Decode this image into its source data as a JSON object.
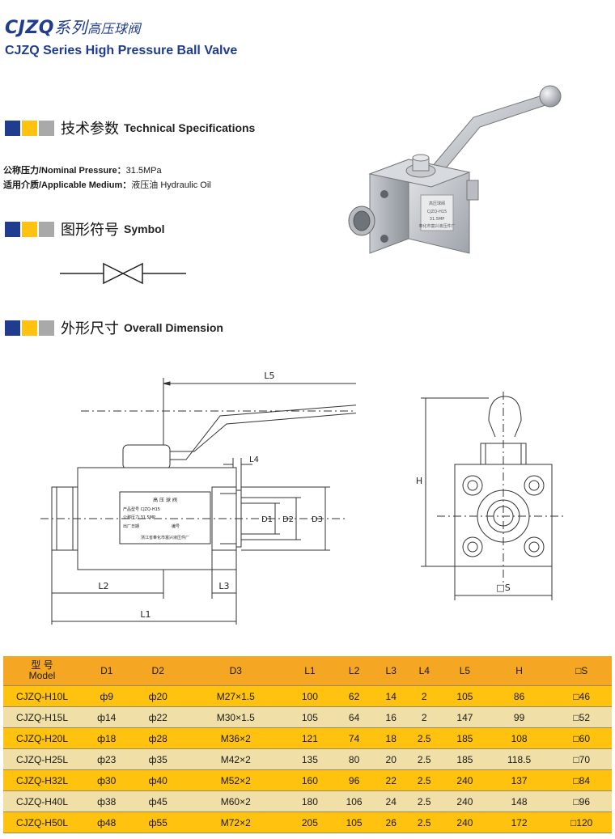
{
  "header": {
    "brand_latin": "CJZQ",
    "brand_cn_series": "系列",
    "brand_cn_product": "高压球阀",
    "subtitle": "CJZQ Series High Pressure Ball Valve"
  },
  "sections": {
    "tech_cn": "技术参数",
    "tech_en": "Technical Specifications",
    "symbol_cn": "图形符号",
    "symbol_en": "Symbol",
    "dim_cn": "外形尺寸",
    "dim_en": "Overall Dimension"
  },
  "specs": {
    "pressure_label": "公称压力/Nominal Pressure：",
    "pressure_value": "31.5MPa",
    "medium_label": "适用介质/Applicable Medium：",
    "medium_value": "液压油 Hydraulic Oil"
  },
  "drawing_labels": {
    "L5": "L5",
    "L4": "L4",
    "L2": "L2",
    "L3": "L3",
    "L1": "L1",
    "D1": "D1",
    "D2": "D2",
    "D3": "D3",
    "H": "H",
    "S": "□S"
  },
  "nameplate": {
    "title": "高 压 球 阀",
    "model": "产品型号  CJZQ-H15",
    "pressure": "公称压力  31.5MP",
    "date": "出厂日期",
    "number": "编号",
    "maker": "浙江省奉化市富兴液压件厂"
  },
  "product_label_lines": [
    "高压球阀",
    "CJZQ-H15",
    "31.5MP",
    "奉化市富兴液压件厂"
  ],
  "table": {
    "model_cn": "型  号",
    "model_en": "Model",
    "headers": [
      "D1",
      "D2",
      "D3",
      "L1",
      "L2",
      "L3",
      "L4",
      "L5",
      "H",
      "□S"
    ],
    "rows": [
      [
        "CJZQ-H10L",
        "ф9",
        "ф20",
        "M27×1.5",
        "100",
        "62",
        "14",
        "2",
        "105",
        "86",
        "□46"
      ],
      [
        "CJZQ-H15L",
        "ф14",
        "ф22",
        "M30×1.5",
        "105",
        "64",
        "16",
        "2",
        "147",
        "99",
        "□52"
      ],
      [
        "CJZQ-H20L",
        "ф18",
        "ф28",
        "M36×2",
        "121",
        "74",
        "18",
        "2.5",
        "185",
        "108",
        "□60"
      ],
      [
        "CJZQ-H25L",
        "ф23",
        "ф35",
        "M42×2",
        "135",
        "80",
        "20",
        "2.5",
        "185",
        "118.5",
        "□70"
      ],
      [
        "CJZQ-H32L",
        "ф30",
        "ф40",
        "M52×2",
        "160",
        "96",
        "22",
        "2.5",
        "240",
        "137",
        "□84"
      ],
      [
        "CJZQ-H40L",
        "ф38",
        "ф45",
        "M60×2",
        "180",
        "106",
        "24",
        "2.5",
        "240",
        "148",
        "□96"
      ],
      [
        "CJZQ-H50L",
        "ф48",
        "ф55",
        "M72×2",
        "205",
        "105",
        "26",
        "2.5",
        "240",
        "172",
        "□120"
      ]
    ]
  }
}
